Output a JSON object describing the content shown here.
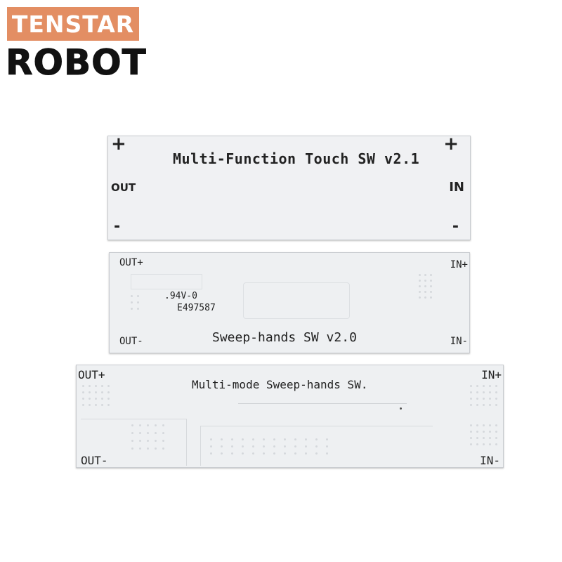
{
  "logo": {
    "line1": "TENSTAR",
    "line2": "ROBOT"
  },
  "boards": [
    {
      "title": "Multi-Function Touch SW v2.1",
      "plus": "+",
      "minus": "-",
      "out": "OUT",
      "in": "IN"
    },
    {
      "title": "Sweep-hands SW v2.0",
      "out_plus": "OUT+",
      "in_plus": "IN+",
      "out_minus": "OUT-",
      "in_minus": "IN-",
      "rating": "Ⓡͅ.94V-0",
      "file_no": "E497587"
    },
    {
      "title": "Multi-mode Sweep-hands SW.",
      "out_plus": "OUT+",
      "in_plus": "IN+",
      "out_minus": "OUT-",
      "in_minus": "IN-"
    }
  ]
}
